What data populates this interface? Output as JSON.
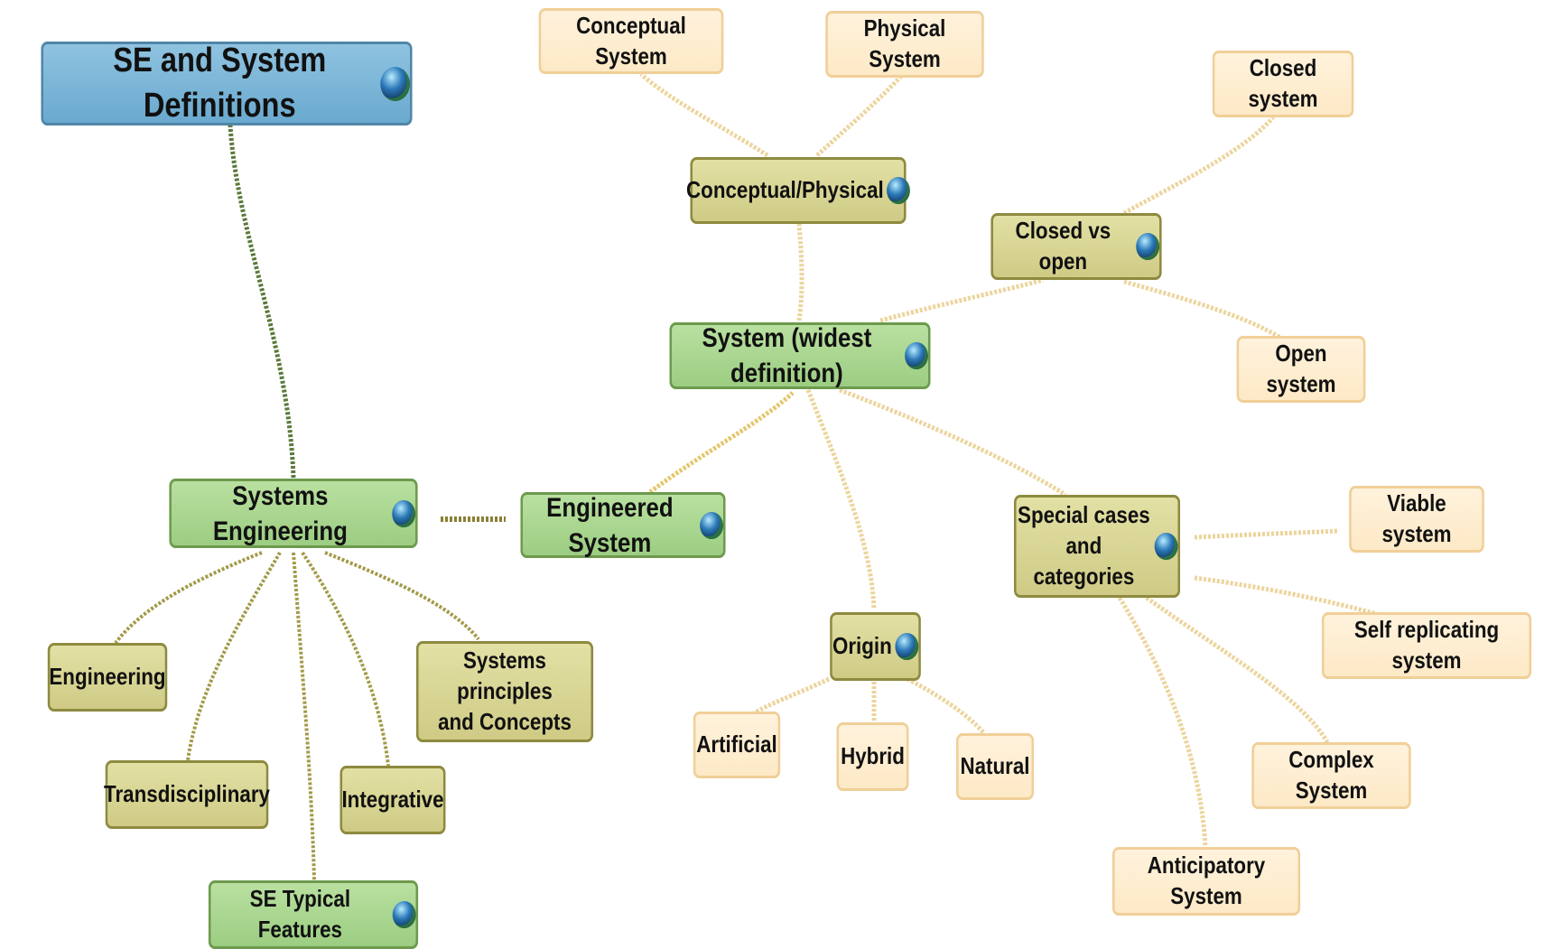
{
  "nodes": {
    "root": "SE and System Definitions",
    "systems_engineering": "Systems Engineering",
    "engineered_system": "Engineered System",
    "system_widest": "System (widest definition)",
    "conceptual_physical": "Conceptual/Physical",
    "conceptual_system": "Conceptual System",
    "physical_system": "Physical System",
    "closed_vs_open": "Closed vs open",
    "closed_system": "Closed system",
    "open_system": "Open system",
    "origin": "Origin",
    "artificial": "Artificial",
    "hybrid": "Hybrid",
    "natural": "Natural",
    "special_cases": "Special cases\nand categories",
    "viable_system": "Viable system",
    "self_replicating": "Self replicating system",
    "complex_system": "Complex System",
    "anticipatory_system": "Anticipatory System",
    "engineering": "Engineering",
    "transdisciplinary": "Transdisciplinary",
    "integrative": "Integrative",
    "systems_principles": "Systems principles\nand Concepts",
    "se_typical_features": "SE Typical Features"
  },
  "icons": {
    "link_icon": "globe-icon"
  },
  "colors": {
    "root_fill": "#7db6d8",
    "primary_fill": "#a9d68e",
    "secondary_fill": "#d8d596",
    "leaf_fill": "#fdefd6",
    "connector_dark": "#5a7a3a",
    "connector_olive": "#a39a48",
    "connector_light": "#ecd49c"
  }
}
